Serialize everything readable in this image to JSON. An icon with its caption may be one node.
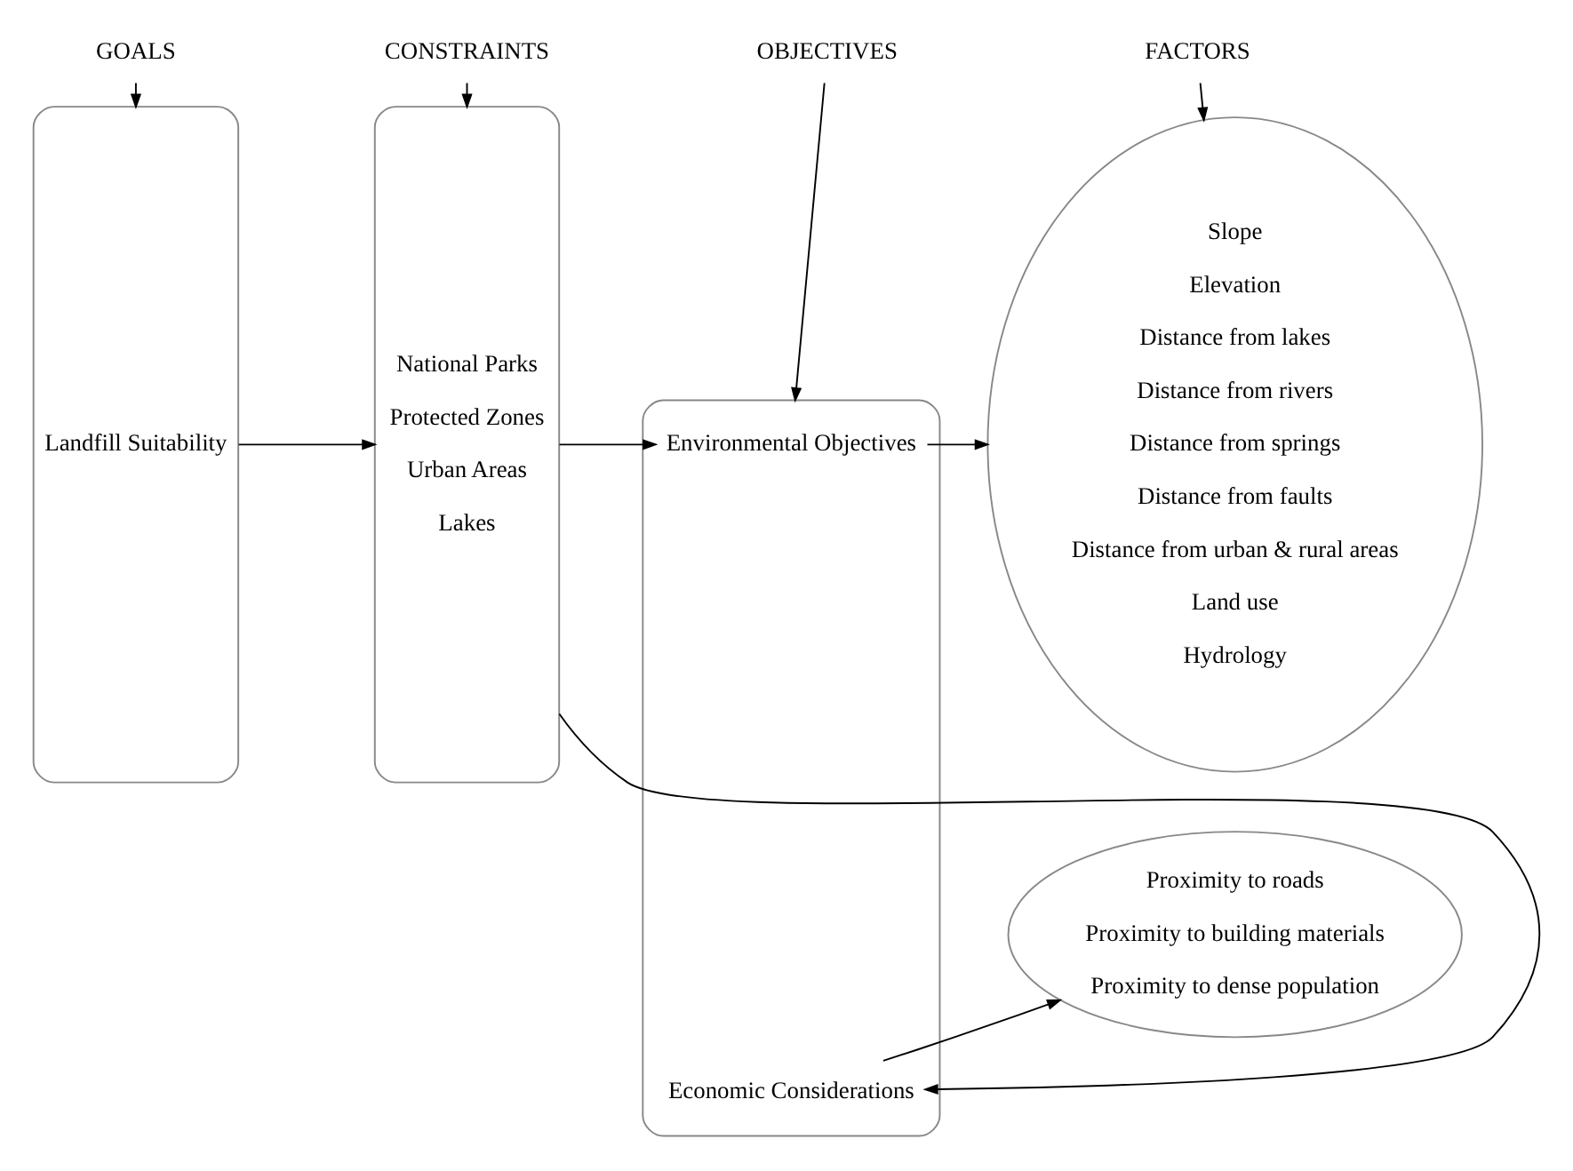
{
  "diagram": {
    "nodes": [
      {
        "text": [
          "GOALS"
        ]
      },
      {
        "text": [
          "CONSTRAINTS"
        ]
      },
      {
        "text": [
          "OBJECTIVES"
        ]
      },
      {
        "text": [
          "FACTORS"
        ]
      },
      {
        "text": [
          "Landfill Suitability"
        ]
      },
      {
        "text": [
          "National Parks",
          "Protected Zones",
          "Urban Areas",
          "Lakes"
        ]
      },
      {
        "text": [],
        "shape": "box"
      },
      {
        "text": [
          "Environmental Objectives"
        ],
        "in": 6
      },
      {
        "text": [
          "Economic Considerations"
        ],
        "in": 6
      },
      {
        "text": [
          "Slope",
          "Elevation",
          "Distance from lakes",
          "Distance from rivers",
          "Distance from springs",
          "Distance from faults",
          "Distance from urban & rural areas",
          "Land use",
          "Hydrology"
        ]
      },
      {
        "text": [
          "Proximity to roads",
          "Proximity to building materials",
          "Proximity to dense population"
        ]
      }
    ],
    "edges": [
      {
        "from": 0,
        "to": 4,
        "arrow": "to"
      },
      {
        "from": 1,
        "to": 5,
        "arrow": "to"
      },
      {
        "from": 2,
        "to": 6,
        "arrow": "to"
      },
      {
        "from": 3,
        "to": 9,
        "arrow": "to"
      },
      {
        "from": 4,
        "to": 5,
        "arrow": "to"
      },
      {
        "from": 5,
        "to": 7,
        "arrow": "to"
      },
      {
        "from": 5,
        "to": 8,
        "arrow": "to"
      },
      {
        "from": 7,
        "to": 9,
        "arrow": "to"
      },
      {
        "from": 8,
        "to": 10,
        "arrow": "to"
      }
    ]
  }
}
